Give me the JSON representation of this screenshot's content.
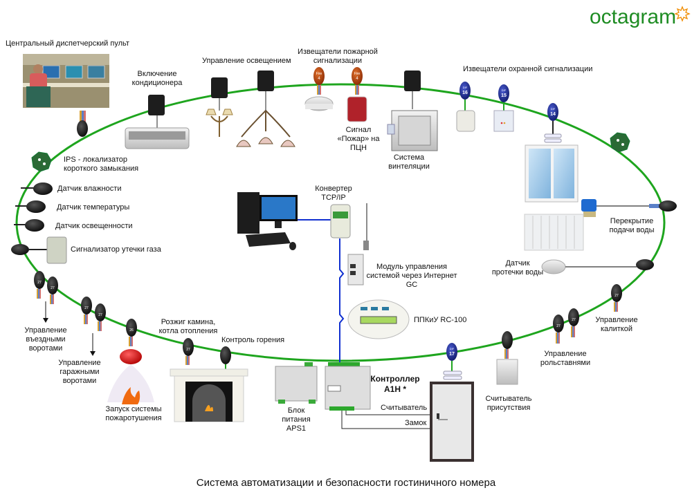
{
  "logo": {
    "text": "octagram",
    "accent_color": "#1e8c23",
    "star_color": "#f08c00"
  },
  "caption": "Система автоматизации и безопасности гостиничного номера",
  "colors": {
    "bus_line": "#1ea51e",
    "data_line": "#1030d0",
    "wire": "#222222",
    "module_dark": "#1a1a1a",
    "module_blue": "#1c2a8a",
    "module_fire": "#b33a0a"
  },
  "labels": {
    "dispatch": "Центральный диспетчерский пульт",
    "aircon": [
      "Включение",
      "кондиционера"
    ],
    "lighting": "Управление освещением",
    "fire_detectors": [
      "Извещатели пожарной",
      "сигнализации"
    ],
    "fire_signal": [
      "Сигнал",
      "«Пожар» на",
      "ПЦН"
    ],
    "ventilation": [
      "Система",
      "винтеляции"
    ],
    "security_detectors": "Извещатели охранной сигнализации",
    "ips": [
      "IPS - локализатор",
      "короткого замыкания"
    ],
    "humidity": "Датчик влажности",
    "temperature": "Датчик температуры",
    "light_sensor": "Датчик освещенности",
    "gas": "Сигнализатор утечки газа",
    "converter": [
      "Конвертер",
      "TCP/IP"
    ],
    "gc_module": [
      "Модуль управления",
      "системой через Интернет",
      "GC"
    ],
    "rc100": "ППКиУ RC-100",
    "water_shutoff": [
      "Перекрытие",
      "подачи воды"
    ],
    "water_leak": [
      "Датчик",
      "протечки воды"
    ],
    "gate": [
      "Управление",
      "калиткой"
    ],
    "shutters": [
      "Управление",
      "рольставнями"
    ],
    "presence": [
      "Считыватель",
      "присутствия"
    ],
    "entry_gates": [
      "Управление",
      "въездными",
      "воротами"
    ],
    "garage_gates": [
      "Управление",
      "гаражными",
      "воротами"
    ],
    "fire_extinguish": [
      "Запуск системы",
      "пожаротушения"
    ],
    "fireplace": [
      "Розжиг камина,",
      "котла отопления"
    ],
    "combustion": "Контроль горения",
    "psu": [
      "Блок",
      "питания",
      "APS1"
    ],
    "controller": [
      "Контроллер",
      "A1H *"
    ],
    "reader": "Считыватель",
    "lock": "Замок"
  },
  "module_tags": {
    "fire": [
      "Fire",
      "4"
    ],
    "dif16": [
      "DIF",
      "16"
    ],
    "dif15": [
      "DIF",
      "15"
    ],
    "dif14": [
      "DIF",
      "14"
    ],
    "dif17": [
      "DIF",
      "17"
    ],
    "dc27": [
      "DCI",
      "27"
    ],
    "dc26": [
      "DCI",
      "26"
    ]
  }
}
